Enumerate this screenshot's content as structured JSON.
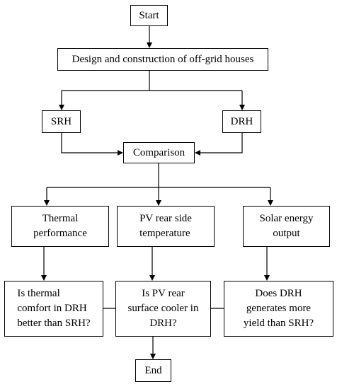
{
  "flowchart": {
    "start": "Start",
    "design": "Design and construction of off-grid houses",
    "srh": "SRH",
    "drh": "DRH",
    "comparison": "Comparison",
    "thermal": "Thermal\nperformance",
    "pv_temp": "PV rear side\ntemperature",
    "solar": "Solar energy\noutput",
    "q_thermal": "Is thermal\ncomfort in DRH\nbetter than SRH?",
    "q_pv": "Is PV rear\nsurface cooler in\nDRH?",
    "q_yield": "Does DRH\ngenerates more\nyield than SRH?",
    "end": "End"
  }
}
